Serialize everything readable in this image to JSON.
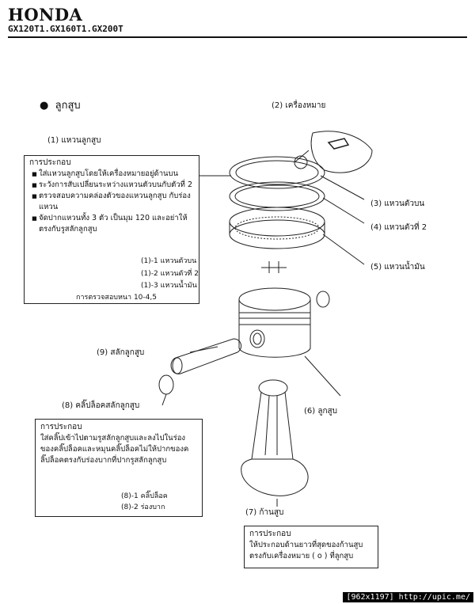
{
  "header": {
    "brand": "HONDA",
    "models": "GX120T1.GX160T1.GX200T"
  },
  "section_title": "ลูกสูบ",
  "labels": {
    "mark": "(2) เครื่องหมาย",
    "piston_rings": "(1) แหวนลูกสูบ",
    "top_ring": "(3) แหวนตัวบน",
    "second_ring": "(4) แหวนตัวที่ 2",
    "oil_ring": "(5) แหวนน้ำมัน",
    "piston_pin": "(9) สลักลูกสูบ",
    "pin_clip": "(8) คลิ๊ปล็อคสลักลูกสูบ",
    "piston": "(6) ลูกสูบ",
    "conrod": "(7) ก้านสูบ"
  },
  "box_rings": {
    "title": "การประกอบ",
    "items": [
      "ใส่แหวนลูกสูบโดยให้เครื่องหมายอยู่ด้านบน",
      "ระวังการสับเปลี่ยนระหว่างแหวนตัวบนกับตัวที่ 2",
      "ตรวจสอบความคล่องตัวของแหวนลูกสูบ กับร่องแหวน",
      "จัดปากแหวนทั้ง 3 ตัว เป็นมุม 120 และอย่าให้ตรงกับรูสลักลูกสูบ"
    ],
    "legend": [
      "(1)-1 แหวนตัวบน",
      "(1)-2 แหวนตัวที่ 2",
      "(1)-3 แหวนน้ำมัน"
    ],
    "check": "การตรวจสอบหนา 10-4,5"
  },
  "box_clip": {
    "title": "การประกอบ",
    "text": "ใส่คลิ๊ปเข้าไปตามรูสลักลูกสูบและลงไปในร่องของคลิ๊ปล็อคและหมุนคลิ๊ปล็อคไม่ให้ปากของคลิ๊ปล็อคตรงกับร่องบากที่ปากรูสลักลูกสูบ",
    "legend": [
      "(8)-1 คลิ๊ปล็อค",
      "(8)-2 ร่องบาก"
    ]
  },
  "box_rod": {
    "title": "การประกอบ",
    "text": "ให้ประกอบด้านยาวที่สุดของก้านสูบตรงกับเครื่องหมาย ( o ) ที่ลูกสูบ"
  },
  "footer": "[962x1197] http://upic.me/"
}
